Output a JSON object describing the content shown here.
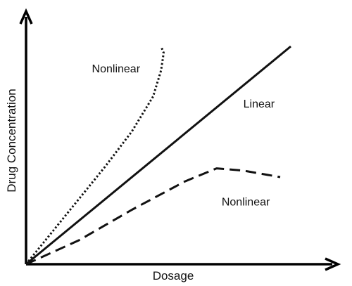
{
  "chart_data": {
    "type": "line",
    "title": "",
    "xlabel": "Dosage",
    "ylabel": "Drug Concentration",
    "xlim": [
      0,
      100
    ],
    "ylim": [
      0,
      100
    ],
    "grid": false,
    "legend": "none",
    "ticks": false,
    "series": [
      {
        "style": "dotted",
        "color": "#111111",
        "x": [
          0,
          10,
          20,
          30,
          40,
          48,
          51,
          52,
          51
        ],
        "y": [
          0,
          15,
          30,
          45,
          61,
          77,
          89,
          97,
          100
        ]
      },
      {
        "style": "solid",
        "color": "#111111",
        "x": [
          0,
          100
        ],
        "y": [
          0,
          100
        ]
      },
      {
        "style": "dashed",
        "color": "#111111",
        "x": [
          0,
          20,
          40,
          60,
          72,
          82,
          96
        ],
        "y": [
          0,
          11,
          25,
          38,
          44,
          43,
          40
        ]
      }
    ],
    "annotations": [
      {
        "text": "Nonlinear",
        "x": 34,
        "y": 88
      },
      {
        "text": "Linear",
        "x": 88,
        "y": 72
      },
      {
        "text": "Nonlinear",
        "x": 83,
        "y": 27
      }
    ]
  }
}
